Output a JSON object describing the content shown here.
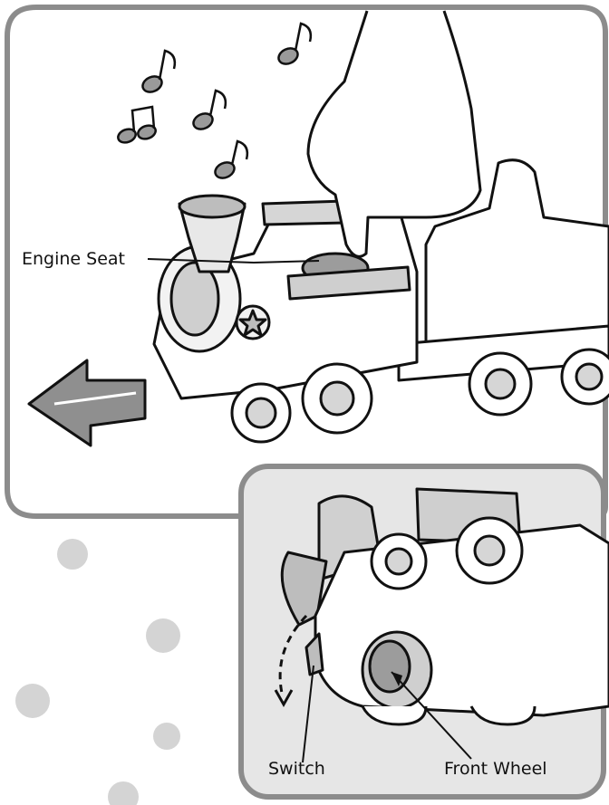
{
  "labels": {
    "engine_seat": "Engine Seat",
    "switch": "Switch",
    "front_wheel": "Front Wheel"
  },
  "colors": {
    "frame_border": "#8c8c8c",
    "inset_fill": "#e6e6e6",
    "dots": "#d4d4d4",
    "arrow": "#8f8f8f",
    "note": "#9a9a9a",
    "outline": "#111111"
  }
}
